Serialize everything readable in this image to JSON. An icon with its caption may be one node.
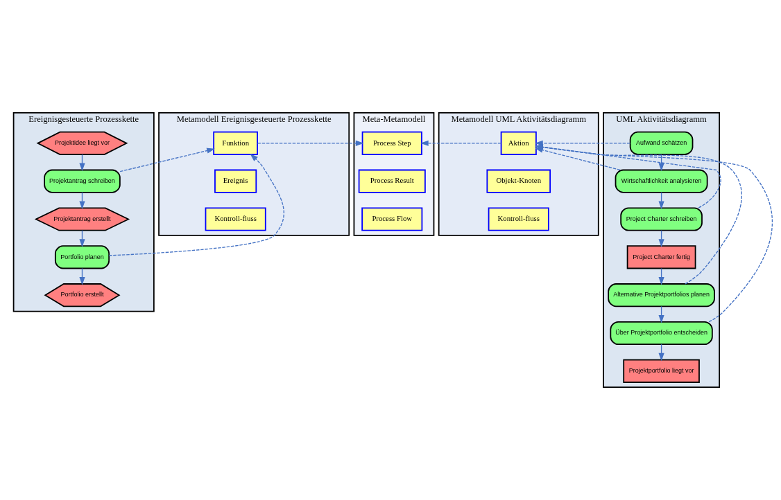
{
  "diagram": {
    "nodes": [
      {
        "text": [
          "Ereignisgesteuerte Prozesskette"
        ]
      },
      {
        "text": [
          "Projektidee liegt vor"
        ],
        "in": 0
      },
      {
        "text": [
          "Projektantrag schreiben"
        ],
        "in": 0
      },
      {
        "text": [
          "Projektantrag erstellt"
        ],
        "in": 0
      },
      {
        "text": [
          "Portfolio planen"
        ],
        "in": 0
      },
      {
        "text": [
          "Portfolio erstellt"
        ],
        "in": 0
      },
      {
        "text": [
          "Metamodell Ereignisgesteuerte Prozesskette"
        ]
      },
      {
        "text": [
          "Funktion"
        ],
        "in": 6
      },
      {
        "text": [
          "Ereignis"
        ],
        "in": 6
      },
      {
        "text": [
          "Kontroll-fluss"
        ],
        "in": 6
      },
      {
        "text": [
          "Meta-Metamodell"
        ]
      },
      {
        "text": [
          "Process Step"
        ],
        "in": 10
      },
      {
        "text": [
          "Process Result"
        ],
        "in": 10
      },
      {
        "text": [
          "Process Flow"
        ],
        "in": 10
      },
      {
        "text": [
          "Metamodell UML Aktivitätsdiagramm"
        ]
      },
      {
        "text": [
          "Aktion"
        ],
        "in": 14
      },
      {
        "text": [
          "Objekt-Knoten"
        ],
        "in": 14
      },
      {
        "text": [
          "Kontroll-fluss"
        ],
        "in": 14
      },
      {
        "text": [
          "UML Aktivitätsdiagramm"
        ]
      },
      {
        "text": [
          "Aufwand schätzen"
        ],
        "in": 18
      },
      {
        "text": [
          "Wirtschaftlichkeit analysieren"
        ],
        "in": 18
      },
      {
        "text": [
          "Project Charter schreiben"
        ],
        "in": 18
      },
      {
        "text": [
          "Project Charter fertig"
        ],
        "in": 18
      },
      {
        "text": [
          "Alternative Projektportfolios planen"
        ],
        "in": 18
      },
      {
        "text": [
          "Über Projektportfolio entscheiden"
        ],
        "in": 18
      },
      {
        "text": [
          "Projektportfolio liegt vor"
        ],
        "in": 18
      }
    ],
    "edges": [
      {
        "from": 1,
        "to": 2,
        "arrow": "to"
      },
      {
        "from": 2,
        "to": 3,
        "arrow": "to"
      },
      {
        "from": 3,
        "to": 4,
        "arrow": "to"
      },
      {
        "from": 4,
        "to": 5,
        "arrow": "to"
      },
      {
        "from": 2,
        "to": 7,
        "arrow": "to",
        "style": "dashed"
      },
      {
        "from": 4,
        "to": 7,
        "arrow": "to",
        "style": "dashed"
      },
      {
        "from": 7,
        "to": 11,
        "arrow": "to",
        "style": "dashed"
      },
      {
        "from": 15,
        "to": 11,
        "arrow": "to",
        "style": "dashed"
      },
      {
        "from": 19,
        "to": 15,
        "arrow": "to",
        "style": "dashed"
      },
      {
        "from": 20,
        "to": 15,
        "arrow": "to",
        "style": "dashed"
      },
      {
        "from": 21,
        "to": 15,
        "arrow": "to",
        "style": "dashed"
      },
      {
        "from": 23,
        "to": 15,
        "arrow": "to",
        "style": "dashed"
      },
      {
        "from": 24,
        "to": 15,
        "arrow": "to",
        "style": "dashed"
      },
      {
        "from": 19,
        "to": 20,
        "arrow": "to"
      },
      {
        "from": 20,
        "to": 21,
        "arrow": "to"
      },
      {
        "from": 21,
        "to": 22,
        "arrow": "to"
      },
      {
        "from": 22,
        "to": 23,
        "arrow": "to"
      },
      {
        "from": 23,
        "to": 24,
        "arrow": "to"
      },
      {
        "from": 24,
        "to": 25,
        "arrow": "to"
      }
    ]
  }
}
